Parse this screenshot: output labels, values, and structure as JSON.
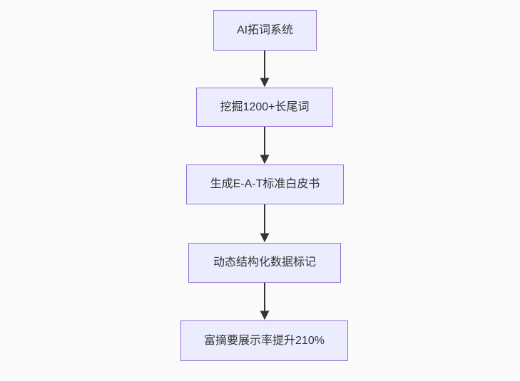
{
  "diagram": {
    "type": "flowchart",
    "direction": "top-down",
    "colors": {
      "background": "#fafafa",
      "node_fill": "#ececff",
      "node_border": "#9370db",
      "node_text": "#333333",
      "arrow": "#333333"
    },
    "nodes": [
      {
        "id": "step-1",
        "label": "AI拓词系统"
      },
      {
        "id": "step-2",
        "label": "挖掘1200+长尾词"
      },
      {
        "id": "step-3",
        "label": "生成E-A-T标准白皮书"
      },
      {
        "id": "step-4",
        "label": "动态结构化数据标记"
      },
      {
        "id": "step-5",
        "label": "富摘要展示率提升210%"
      }
    ],
    "edges": [
      {
        "from": "step-1",
        "to": "step-2"
      },
      {
        "from": "step-2",
        "to": "step-3"
      },
      {
        "from": "step-3",
        "to": "step-4"
      },
      {
        "from": "step-4",
        "to": "step-5"
      }
    ]
  }
}
